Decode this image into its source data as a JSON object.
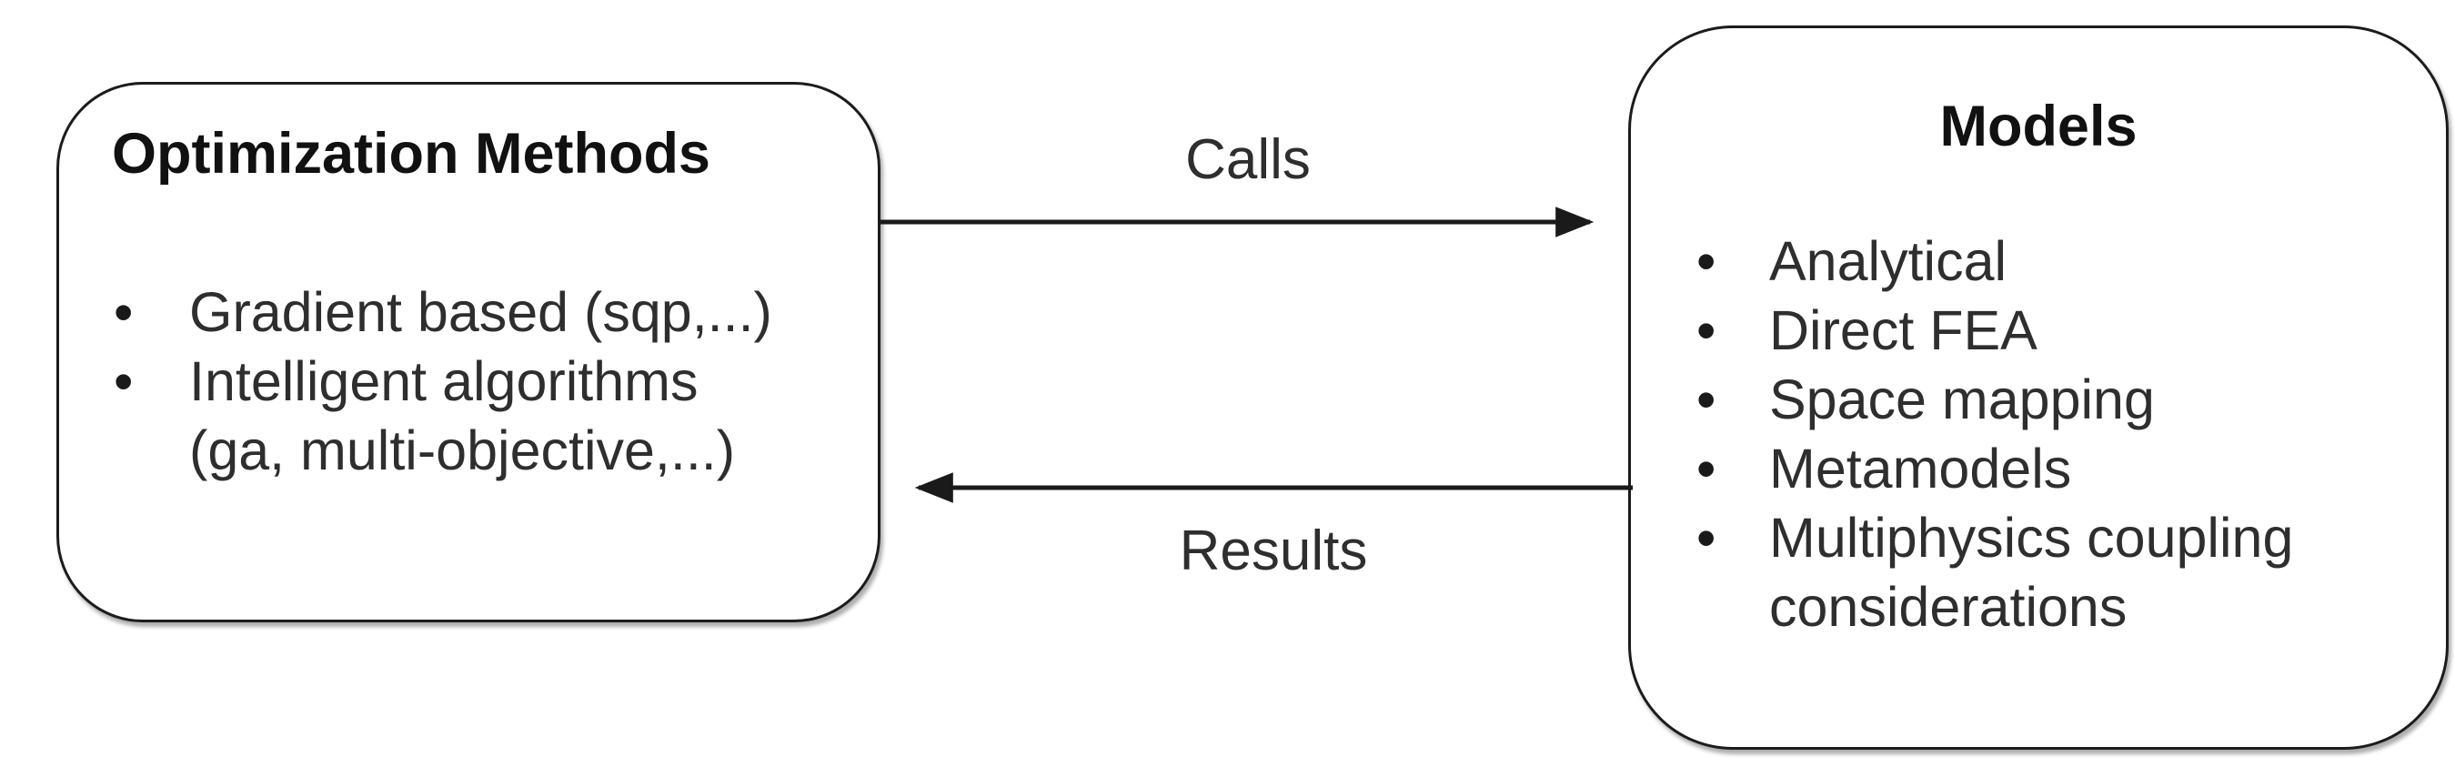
{
  "diagram": {
    "left_box": {
      "title": "Optimization Methods",
      "items": [
        {
          "lines": [
            "Gradient based (sqp,...)"
          ]
        },
        {
          "lines": [
            "Intelligent algorithms",
            "(ga, multi-objective,...)"
          ]
        }
      ]
    },
    "right_box": {
      "title": "Models",
      "items": [
        {
          "lines": [
            "Analytical"
          ]
        },
        {
          "lines": [
            "Direct FEA"
          ]
        },
        {
          "lines": [
            "Space mapping"
          ]
        },
        {
          "lines": [
            "Metamodels"
          ]
        },
        {
          "lines": [
            "Multiphysics coupling",
            "considerations"
          ]
        }
      ]
    },
    "calls_arrow": {
      "label": "Calls"
    },
    "results_arrow": {
      "label": "Results"
    },
    "colors": {
      "stroke": "#1a1a1a",
      "text": "#2e2e2e",
      "background": "#ffffff"
    }
  }
}
